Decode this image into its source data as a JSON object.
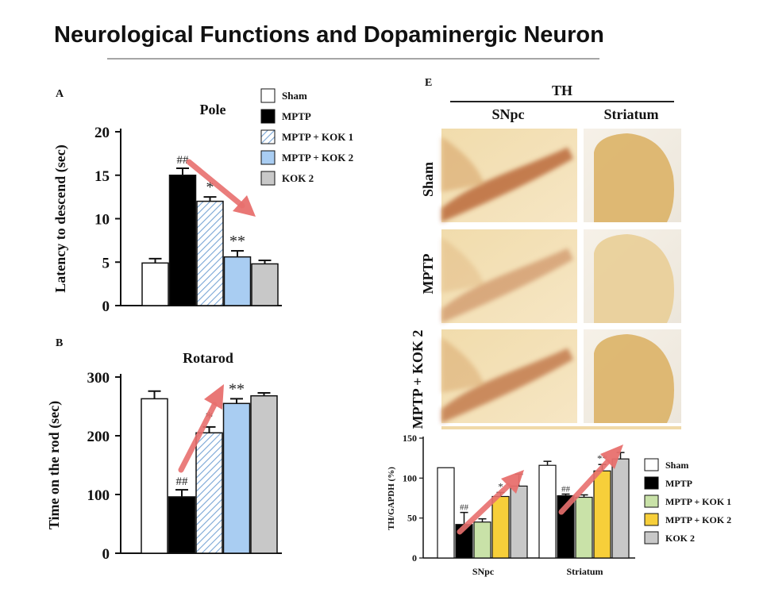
{
  "title": "Neurological  Functions  and  Dopaminergic  Neuron",
  "colors": {
    "sham": "#ffffff",
    "mptp": "#000000",
    "kok1_ab": "#cfe0f0",
    "kok2_ab": "#a9cdf2",
    "kok2ctl": "#c8c8c8",
    "kok1_e": "#c9e2a8",
    "kok2_e": "#f7cf3a",
    "arrow": "#e8706e"
  },
  "legend_ab": [
    "Sham",
    "MPTP",
    "MPTP + KOK 1",
    "MPTP + KOK 2",
    "KOK 2"
  ],
  "legend_e": [
    "Sham",
    "MPTP",
    "MPTP + KOK 1",
    "MPTP + KOK 2",
    "KOK 2"
  ],
  "panelE": {
    "letter": "E",
    "header": "TH",
    "col1": "SNpc",
    "col2": "Striatum",
    "rows": [
      "Sham",
      "MPTP",
      "MPTP + KOK 2"
    ]
  },
  "chart_data": [
    {
      "panel": "A",
      "type": "bar",
      "title": "Pole",
      "ylabel": "Latency to descend (sec)",
      "ylim": [
        0,
        20
      ],
      "yticks": [
        0,
        5,
        10,
        15,
        20
      ],
      "categories": [
        "Sham",
        "MPTP",
        "MPTP + KOK 1",
        "MPTP + KOK 2",
        "KOK 2"
      ],
      "values": [
        4.9,
        15.0,
        12.0,
        5.6,
        4.8
      ],
      "errors": [
        0.5,
        0.8,
        0.5,
        0.7,
        0.4
      ],
      "annotations": [
        "",
        "##",
        "*",
        "**",
        ""
      ]
    },
    {
      "panel": "B",
      "type": "bar",
      "title": "Rotarod",
      "ylabel": "Time on the rod (sec)",
      "ylim": [
        0,
        300
      ],
      "yticks": [
        0,
        100,
        200,
        300
      ],
      "categories": [
        "Sham",
        "MPTP",
        "MPTP + KOK 1",
        "MPTP + KOK 2",
        "KOK 2"
      ],
      "values": [
        263,
        96,
        205,
        255,
        268
      ],
      "errors": [
        13,
        12,
        10,
        8,
        5
      ],
      "annotations": [
        "",
        "##",
        "*",
        "**",
        ""
      ]
    },
    {
      "panel": "E",
      "type": "bar",
      "ylabel": "TH/GAPDH (%)",
      "ylim": [
        0,
        150
      ],
      "yticks": [
        0,
        50,
        100,
        150
      ],
      "groups": [
        "SNpc",
        "Striatum"
      ],
      "series": [
        {
          "name": "Sham",
          "values": [
            113,
            116
          ],
          "errors": [
            0,
            5
          ]
        },
        {
          "name": "MPTP",
          "values": [
            42,
            78
          ],
          "errors": [
            15,
            2
          ]
        },
        {
          "name": "MPTP + KOK 1",
          "values": [
            45,
            76
          ],
          "errors": [
            4,
            3
          ]
        },
        {
          "name": "MPTP + KOK 2",
          "values": [
            77,
            109
          ],
          "errors": [
            5,
            8
          ]
        },
        {
          "name": "KOK 2",
          "values": [
            90,
            124
          ],
          "errors": [
            15,
            8
          ]
        }
      ],
      "annotations": [
        [
          "",
          "##",
          "",
          "*",
          ""
        ],
        [
          "",
          "##",
          "",
          "**",
          ""
        ]
      ]
    }
  ]
}
